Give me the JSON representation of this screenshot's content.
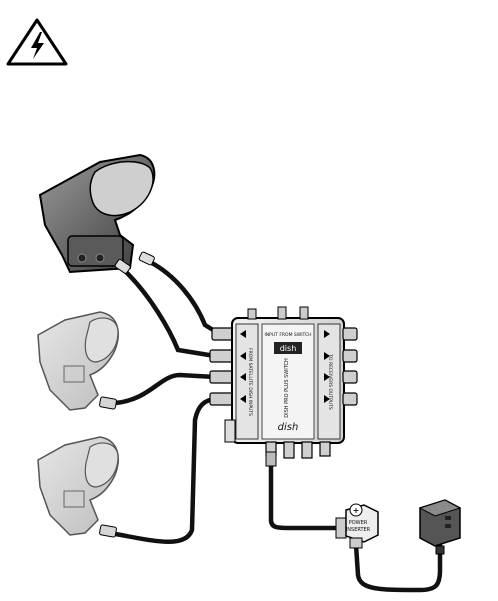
{
  "warning": {
    "icon": "high-voltage-warning-icon"
  },
  "switch": {
    "top_label": "INPUT FROM SWITCH",
    "brand": "dish",
    "logo": "dish",
    "left_panel": "FROM SATELLITE DISH INPUTS",
    "right_panel": "TO RECEIVERS OUTPUTS",
    "model": "DISH PRO PLUS SWITCH"
  },
  "power_inserter": {
    "label_line1": "POWER",
    "label_line2": "INSERTER",
    "symbol": "+"
  },
  "icons": {
    "primary_dish": "satellite-lnb-icon",
    "secondary_dish": "satellite-lnb-icon",
    "power_supply": "power-adapter-icon",
    "cable": "coax-cable-icon"
  }
}
